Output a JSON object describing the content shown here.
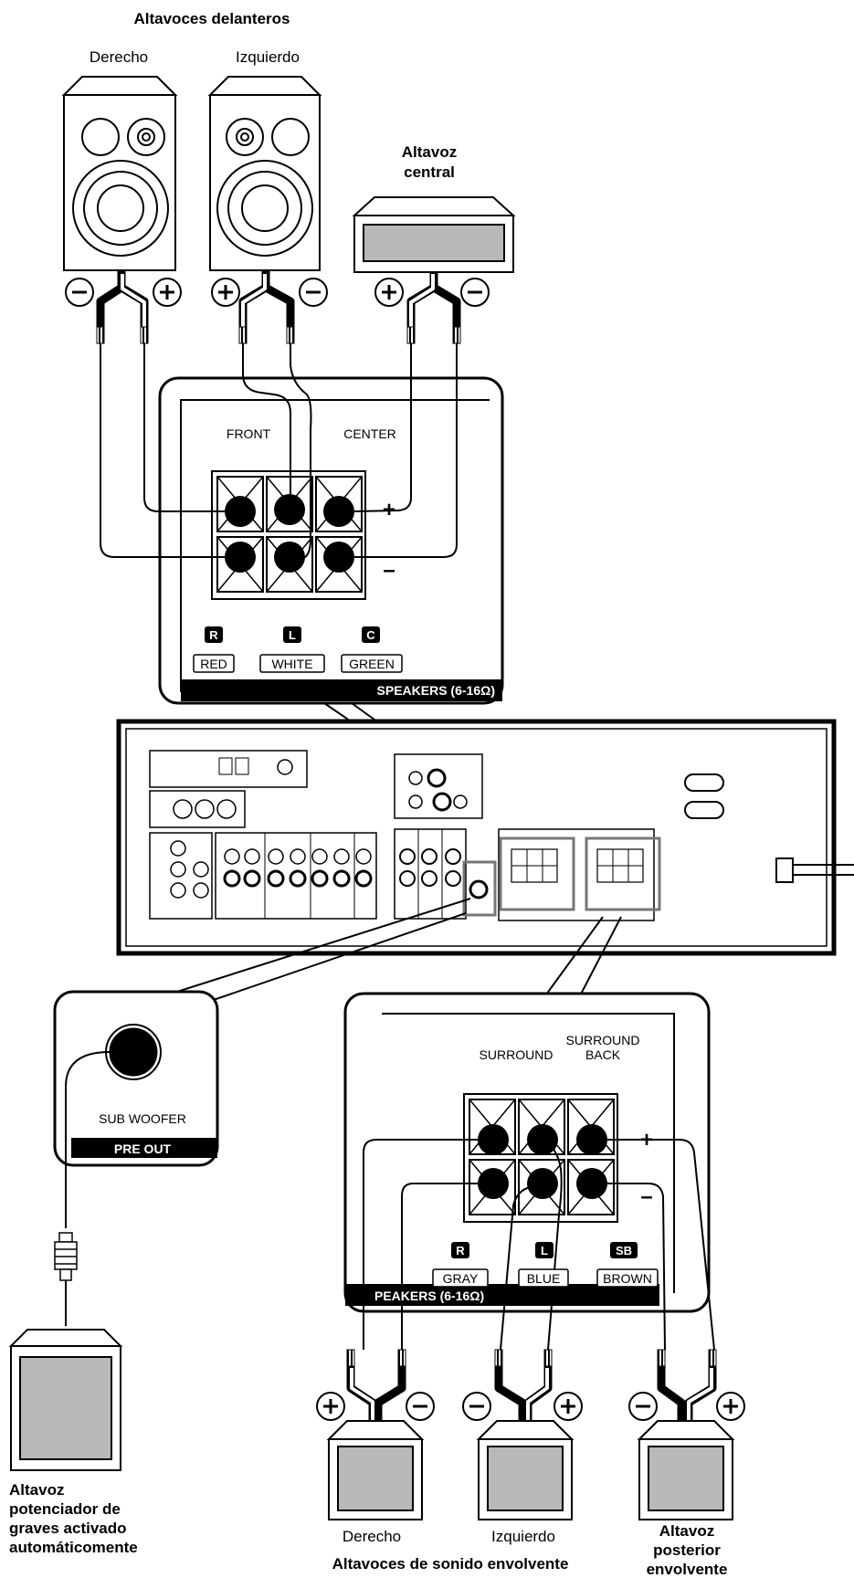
{
  "front": {
    "title": "Altavoces delanteros",
    "right_label": "Derecho",
    "left_label": "Izquierdo",
    "center_title_1": "Altavoz",
    "center_title_2": "central"
  },
  "front_panel": {
    "front_label": "FRONT",
    "center_label": "CENTER",
    "plus": "+",
    "minus": "–",
    "badges": [
      "R",
      "L",
      "C"
    ],
    "tags": [
      "RED",
      "WHITE",
      "GREEN"
    ],
    "footer": "SPEAKERS (6-16Ω)"
  },
  "subwoofer_panel": {
    "label": "SUB WOOFER",
    "footer": "PRE OUT"
  },
  "surround_panel": {
    "surround_label": "SURROUND",
    "surround_back_1": "SURROUND",
    "surround_back_2": "BACK",
    "plus": "+",
    "minus": "–",
    "badges": [
      "R",
      "L",
      "SB"
    ],
    "tags": [
      "GRAY",
      "BLUE",
      "BROWN"
    ],
    "footer": "PEAKERS (6-16Ω)"
  },
  "subwoofer": {
    "title_1": "Altavoz",
    "title_2": "potenciador de",
    "title_3": "graves activado",
    "title_4": "automáticomente"
  },
  "surround": {
    "right_label": "Derecho",
    "left_label": "Izquierdo",
    "title": "Altavoces de sonido envolvente",
    "back_title_1": "Altavoz",
    "back_title_2": "posterior",
    "back_title_3": "envolvente"
  }
}
